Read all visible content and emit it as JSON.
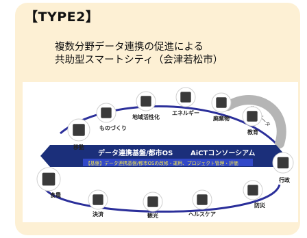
{
  "heading": "【TYPE2】",
  "subtitle": {
    "line1": "複数分野データ連携の促進による",
    "line2": "共助型スマートシティ（会津若松市）"
  },
  "diagram": {
    "band_left": "データ連携基盤/都市OS",
    "band_right": "AiCTコンソーシアム",
    "sub_band": "【基盤】データ連携基盤/都市OSの改修・運用、プロジェクト管理・評価",
    "arc_label": "共創データ",
    "fields": [
      {
        "label": "移動",
        "icon": "bus-icon"
      },
      {
        "label": "ものづくり",
        "icon": "factory-icon"
      },
      {
        "label": "地域活性化",
        "icon": "community-icon"
      },
      {
        "label": "エネルギー",
        "icon": "energy-icon"
      },
      {
        "label": "廃棄物",
        "icon": "recycle-icon"
      },
      {
        "label": "教育",
        "icon": "school-icon"
      },
      {
        "label": "行政",
        "icon": "government-icon"
      },
      {
        "label": "防災",
        "icon": "disaster-icon"
      },
      {
        "label": "ヘルスケア",
        "icon": "health-icon"
      },
      {
        "label": "観光",
        "icon": "sightseeing-icon"
      },
      {
        "label": "決済",
        "icon": "payment-icon"
      },
      {
        "label": "食農",
        "icon": "agriculture-icon"
      }
    ],
    "colors": {
      "band": "#1b2f7a",
      "sub_band": "#3148c8",
      "ring": "#2b2f9a",
      "sub_text": "#f7e94a",
      "icon": "#3a3a3a"
    }
  }
}
